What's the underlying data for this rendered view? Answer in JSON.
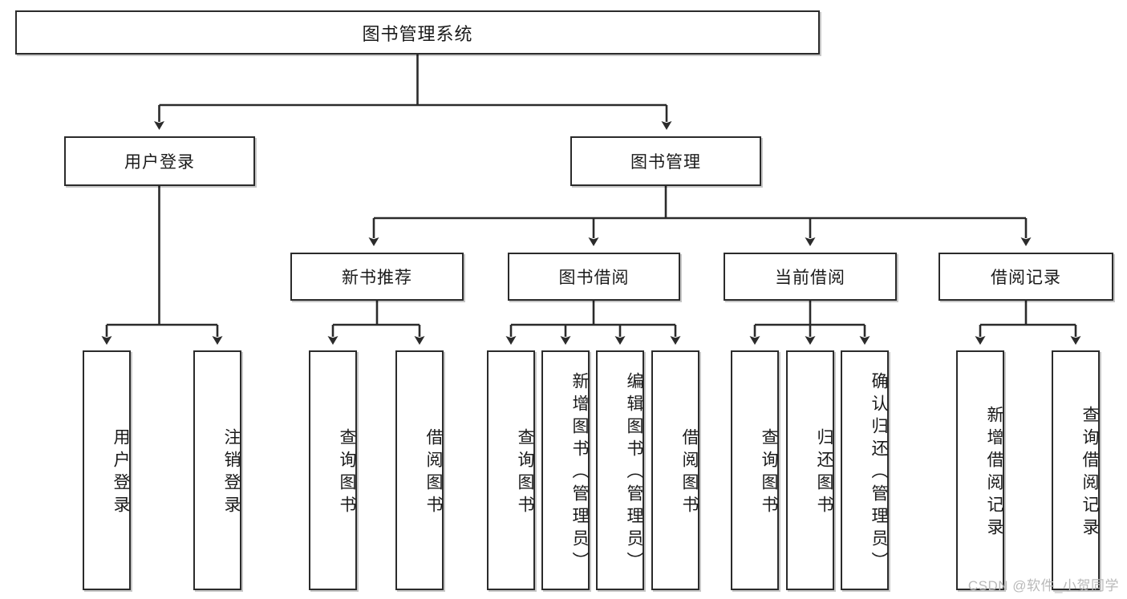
{
  "diagram": {
    "title": "图书管理系统",
    "type": "tree",
    "watermark": "CSDN @软件_小贺同学",
    "colors": {
      "box_border": "#2b2b2b",
      "box_fill": "#ffffff",
      "line": "#2b2b2b",
      "text": "#1a1a1a",
      "watermark": "#b9b9b9"
    },
    "nodes": {
      "root": {
        "label": "图书管理系统"
      },
      "level2": [
        {
          "id": "user-login",
          "label": "用户登录"
        },
        {
          "id": "book-manage",
          "label": "图书管理"
        }
      ],
      "level3": [
        {
          "id": "new-book-recommend",
          "label": "新书推荐"
        },
        {
          "id": "book-borrow",
          "label": "图书借阅"
        },
        {
          "id": "current-borrow",
          "label": "当前借阅"
        },
        {
          "id": "borrow-record",
          "label": "借阅记录"
        }
      ],
      "leaves": {
        "user-login": [
          {
            "id": "leaf-user-login",
            "label": "用户登录"
          },
          {
            "id": "leaf-user-logout",
            "label": "注销登录"
          }
        ],
        "new-book-recommend": [
          {
            "id": "leaf-query-book-1",
            "label": "查询图书"
          },
          {
            "id": "leaf-borrow-book-1",
            "label": "借阅图书"
          }
        ],
        "book-borrow": [
          {
            "id": "leaf-query-book-2",
            "label": "查询图书"
          },
          {
            "id": "leaf-add-book",
            "label": "新增图书（管理员）"
          },
          {
            "id": "leaf-edit-book",
            "label": "编辑图书（管理员）"
          },
          {
            "id": "leaf-borrow-book-2",
            "label": "借阅图书"
          }
        ],
        "current-borrow": [
          {
            "id": "leaf-query-book-3",
            "label": "查询图书"
          },
          {
            "id": "leaf-return-book",
            "label": "归还图书"
          },
          {
            "id": "leaf-confirm-return",
            "label": "确认归还（管理员）"
          }
        ],
        "borrow-record": [
          {
            "id": "leaf-add-record",
            "label": "新增借阅记录"
          },
          {
            "id": "leaf-query-record",
            "label": "查询借阅记录"
          }
        ]
      }
    }
  }
}
